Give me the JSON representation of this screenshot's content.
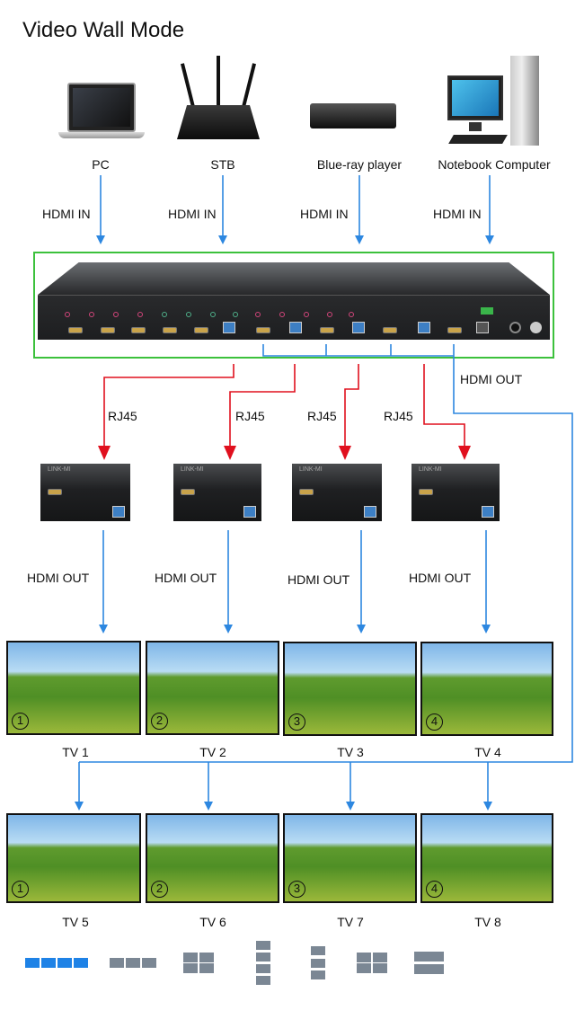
{
  "title": "Video Wall Mode",
  "sources": [
    {
      "label": "PC",
      "icon": "laptop-icon",
      "connection": "HDMI IN"
    },
    {
      "label": "STB",
      "icon": "router-icon",
      "connection": "HDMI IN"
    },
    {
      "label": "Blue-ray player",
      "icon": "bluray-player-icon",
      "connection": "HDMI IN"
    },
    {
      "label": "Notebook Computer",
      "icon": "desktop-computer-icon",
      "connection": "HDMI IN"
    }
  ],
  "matrix": {
    "outputs_link": "HDMI OUT"
  },
  "extenders": [
    {
      "brand": "LINK-MI",
      "link": "RJ45",
      "output": "HDMI OUT"
    },
    {
      "brand": "LINK-MI",
      "link": "RJ45",
      "output": "HDMI OUT"
    },
    {
      "brand": "LINK-MI",
      "link": "RJ45",
      "output": "HDMI OUT"
    },
    {
      "brand": "LINK-MI",
      "link": "RJ45",
      "output": "HDMI OUT"
    }
  ],
  "tvs_row1": [
    {
      "label": "TV 1",
      "number": "1"
    },
    {
      "label": "TV 2",
      "number": "2"
    },
    {
      "label": "TV 3",
      "number": "3"
    },
    {
      "label": "TV 4",
      "number": "4"
    }
  ],
  "tvs_row2": [
    {
      "label": "TV 5",
      "number": "1"
    },
    {
      "label": "TV 6",
      "number": "2"
    },
    {
      "label": "TV 7",
      "number": "3"
    },
    {
      "label": "TV 8",
      "number": "4"
    }
  ],
  "layouts": [
    "1x4",
    "1x3",
    "2x2",
    "4x1",
    "3x1",
    "2x2",
    "2x1"
  ],
  "active_layout": "1x4",
  "colors": {
    "hdmi": "#2d87e0",
    "rj45": "#e0101e",
    "matrix_border": "#3cc13c",
    "layout_active": "#1e82e6",
    "layout_inactive": "#7b8794"
  }
}
